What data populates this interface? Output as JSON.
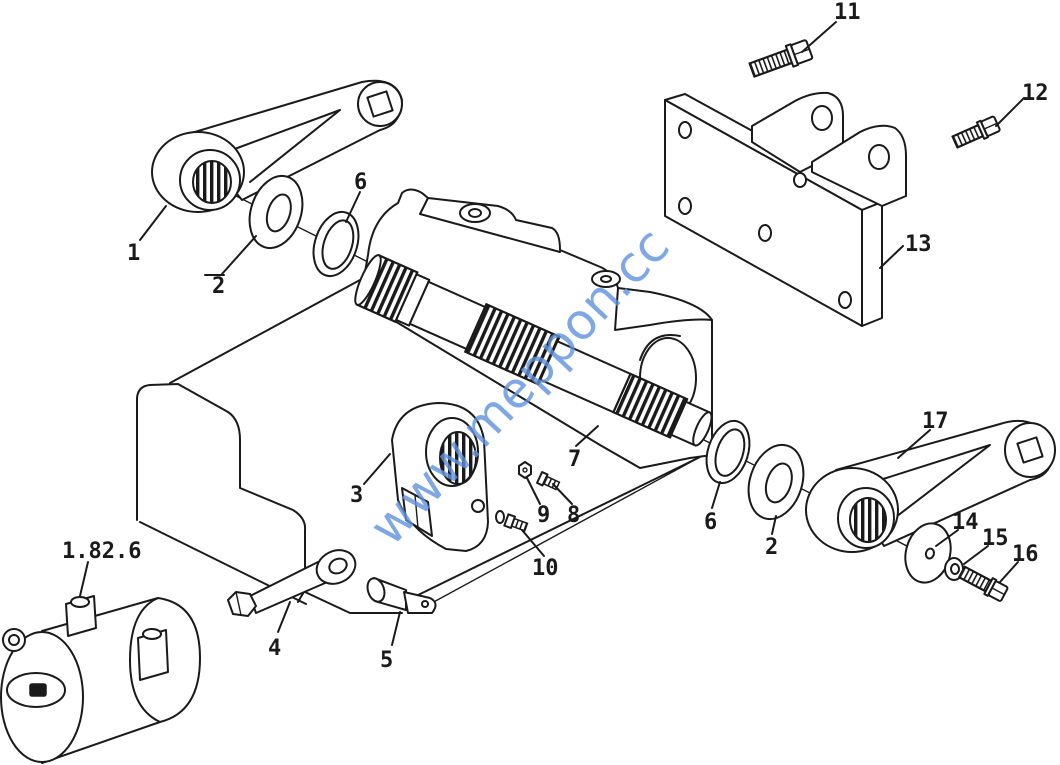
{
  "diagram": {
    "callouts": [
      "11",
      "12",
      "13",
      "6",
      "1",
      "2",
      "7",
      "3",
      "9",
      "8",
      "10",
      "4",
      "5",
      "1.82.6",
      "17",
      "6",
      "2",
      "14",
      "15",
      "16"
    ]
  },
  "watermark": "www.meppon.cc"
}
